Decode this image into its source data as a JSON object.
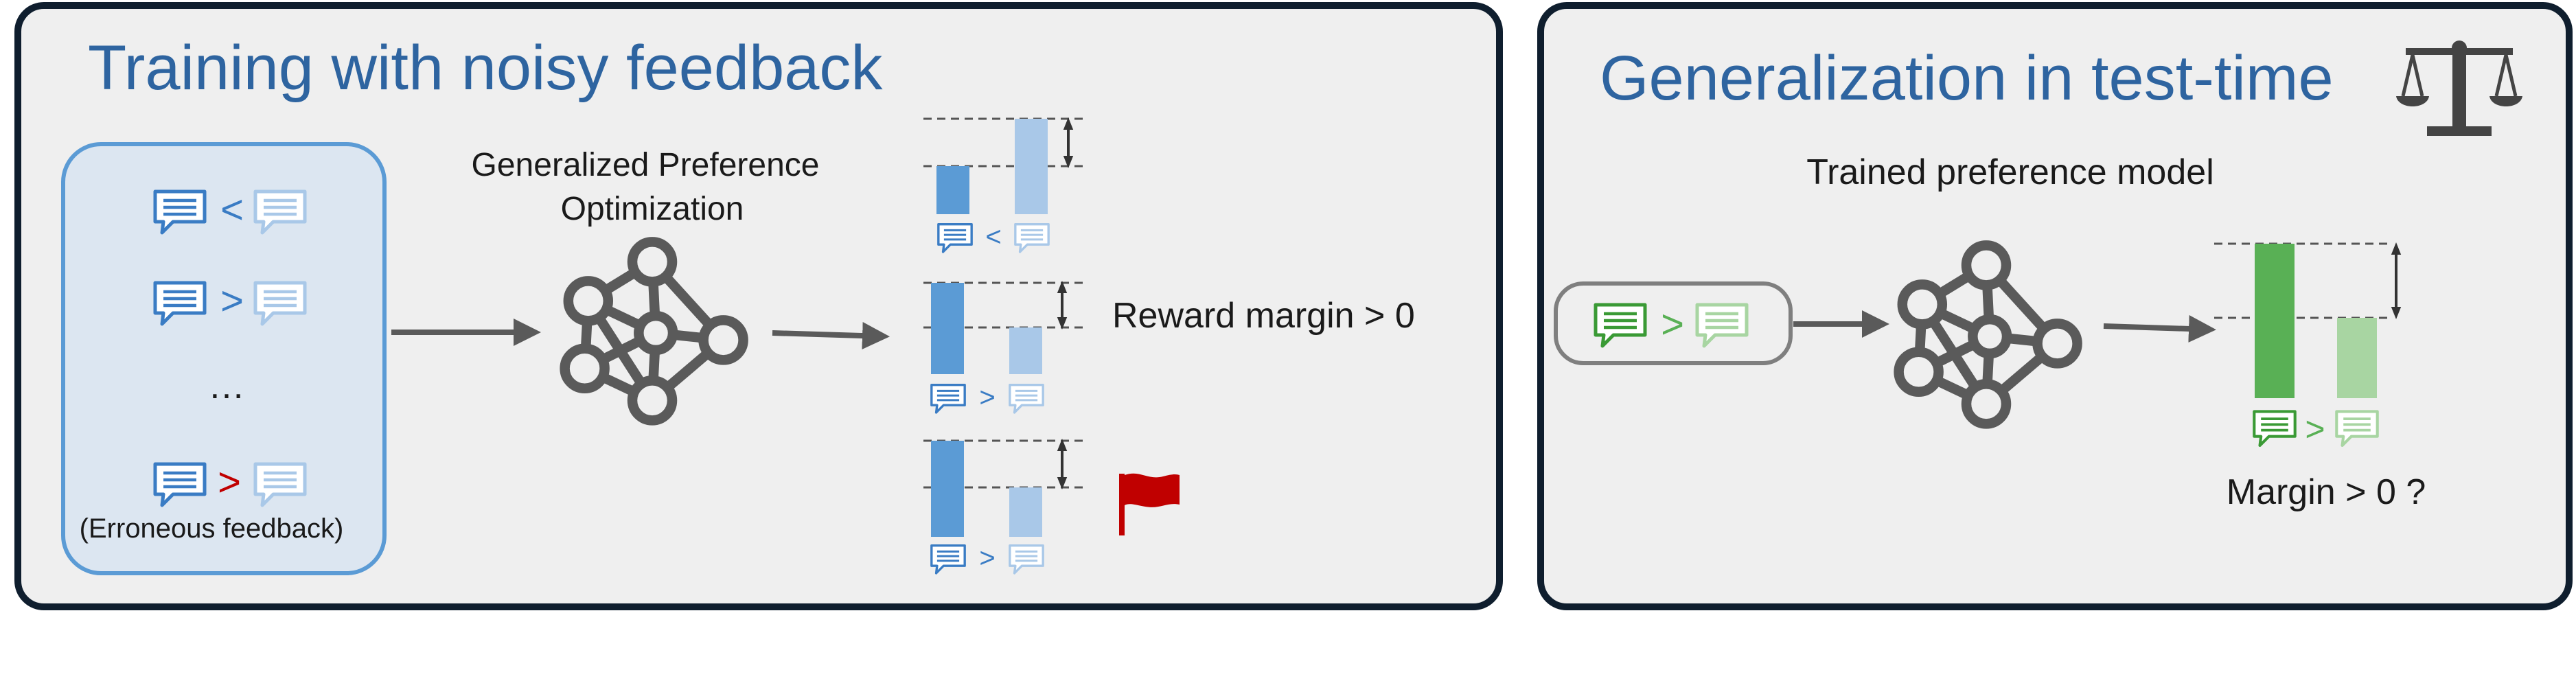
{
  "left_panel": {
    "title": "Training with noisy feedback",
    "comparisons": [
      {
        "sign": "<",
        "sign_color": "#3A7CC4"
      },
      {
        "sign": ">",
        "sign_color": "#3A7CC4"
      },
      {
        "sign": "…",
        "sign_color": "#1a1a1a"
      },
      {
        "sign": ">",
        "sign_color": "#C00000"
      }
    ],
    "erroneous_note": "(Erroneous feedback)",
    "gpo_label_line1": "Generalized Preference",
    "gpo_label_line2": "Optimization",
    "bar_groups": [
      {
        "sign": "<",
        "flag": false
      },
      {
        "sign": ">",
        "flag": false
      },
      {
        "sign": ">",
        "flag": true
      }
    ],
    "reward_label": "Reward margin > 0"
  },
  "right_panel": {
    "title": "Generalization in test-time",
    "scale_icon": "balance-scale-icon",
    "model_label": "Trained preference model",
    "input_sign": ">",
    "output_sign": ">",
    "margin_label": "Margin > 0 ?"
  },
  "colors": {
    "panel_border": "#0F1E2E",
    "panel_bg": "#EFEFEF",
    "title_blue": "#2E64A0",
    "chosen_blue": "#5B9BD5",
    "rejected_blue": "#A9C8E8",
    "chosen_green": "#59B055",
    "rejected_green": "#A8D5A2",
    "error_red": "#C00000",
    "network_gray": "#5A5A5A"
  }
}
